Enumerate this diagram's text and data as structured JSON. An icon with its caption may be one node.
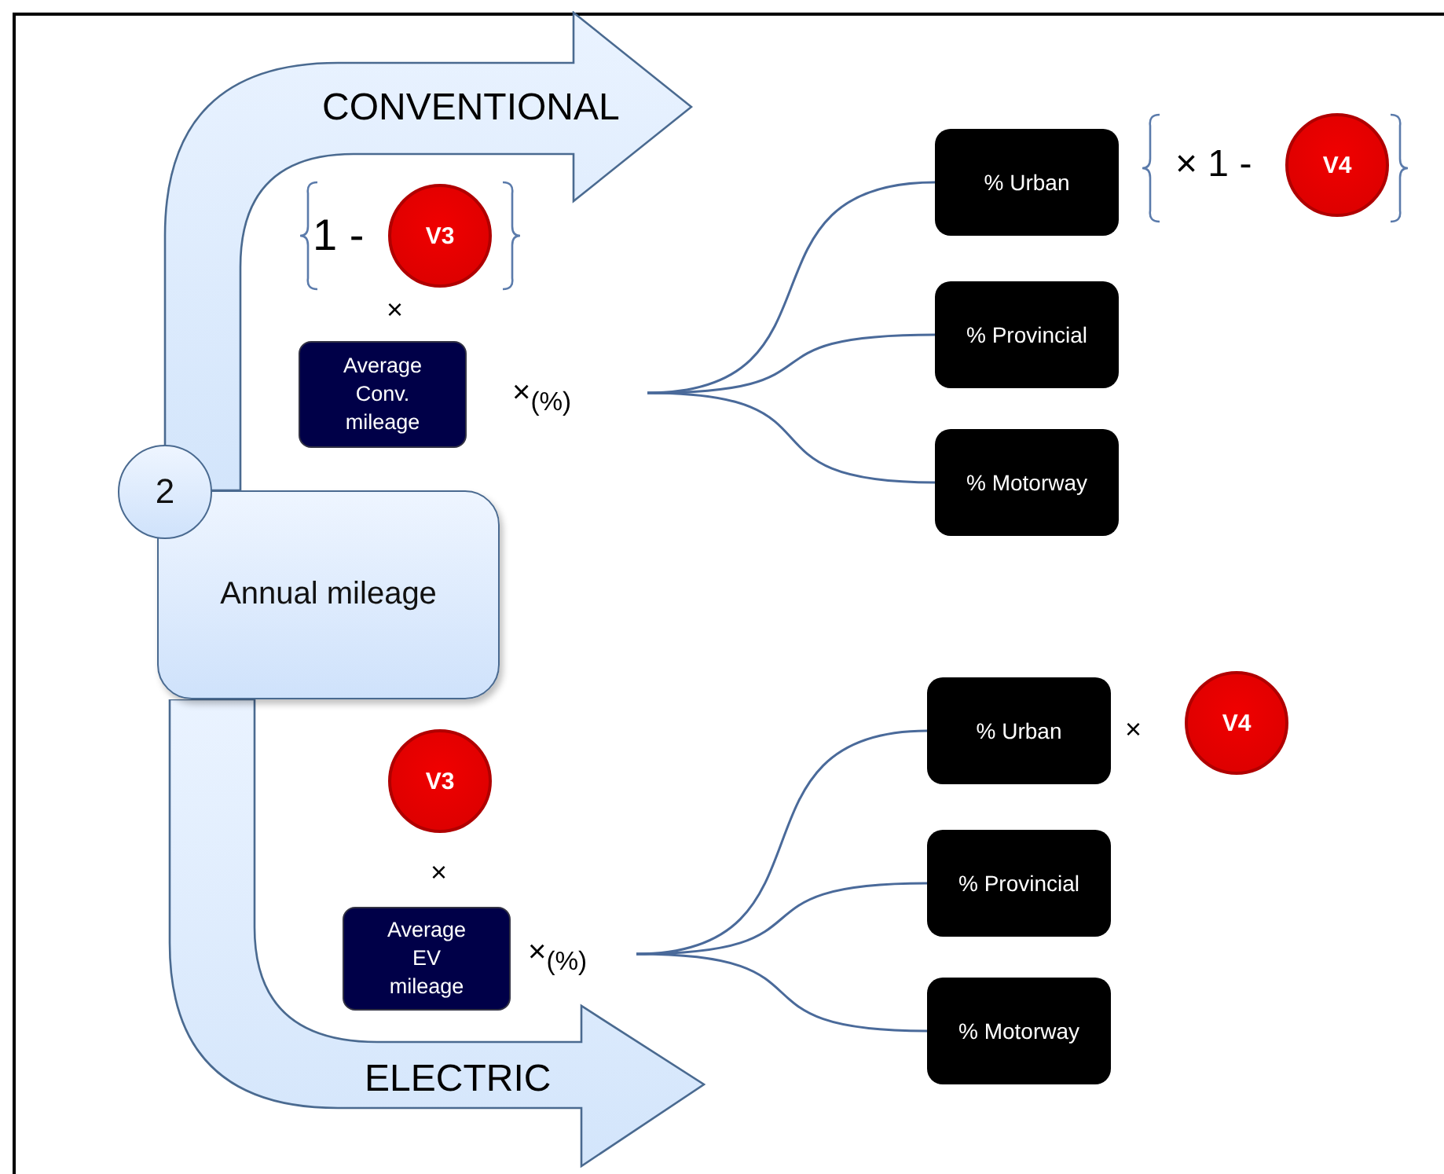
{
  "diagram": {
    "nodes": [
      {
        "text": [
          "Annual mileage"
        ]
      },
      {
        "text": [
          "2"
        ]
      },
      {
        "text": [
          "CONVENTIONAL"
        ]
      },
      {
        "text": [
          "ELECTRIC"
        ]
      },
      {
        "text": [
          "V3"
        ]
      },
      {
        "text": [
          "Average Conv. mileage"
        ]
      },
      {
        "text": [
          "% Urban"
        ]
      },
      {
        "text": [
          "% Provincial"
        ]
      },
      {
        "text": [
          "% Motorway"
        ]
      },
      {
        "text": [
          "V4"
        ]
      },
      {
        "text": [
          "V3"
        ]
      },
      {
        "text": [
          "Average EV mileage"
        ]
      },
      {
        "text": [
          "% Urban"
        ]
      },
      {
        "text": [
          "% Provincial"
        ]
      },
      {
        "text": [
          "% Motorway"
        ]
      },
      {
        "text": [
          "V4"
        ]
      }
    ],
    "edges": [
      {
        "from": null,
        "to": 6,
        "arrow": "none"
      },
      {
        "from": null,
        "to": 7,
        "arrow": "none"
      },
      {
        "from": null,
        "to": 8,
        "arrow": "none"
      },
      {
        "from": null,
        "to": 12,
        "arrow": "none"
      },
      {
        "from": null,
        "to": 13,
        "arrow": "none"
      },
      {
        "from": null,
        "to": 14,
        "arrow": "none"
      }
    ],
    "labels": [
      "× 1 -",
      "1 -",
      "×",
      "×$_{(%)}$",
      "×",
      "×",
      "×$_{(%)}$"
    ]
  }
}
